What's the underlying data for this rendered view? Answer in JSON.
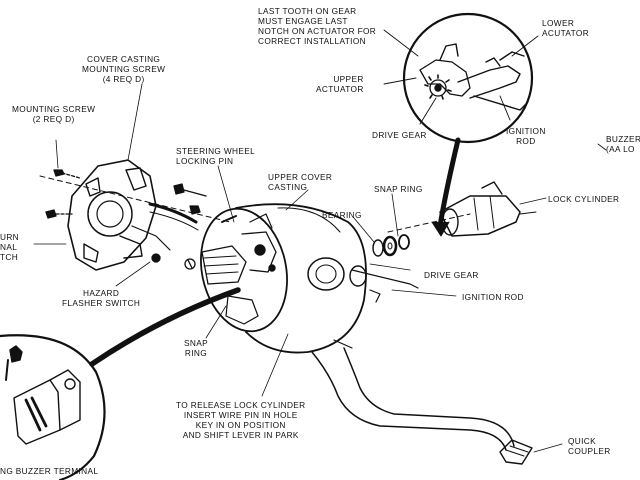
{
  "labels": {
    "last_tooth": "LAST TOOTH ON GEAR\nMUST ENGAGE LAST\nNOTCH ON ACTUATOR FOR\nCORRECT INSTALLATION",
    "lower_actuator": "LOWER\nACUTATOR",
    "upper_actuator": "UPPER\nACTUATOR",
    "drive_gear_inset": "DRIVE GEAR",
    "ignition_rod_inset": "IGNITION\nROD",
    "buzzer": "BUZZER\n(AA LO",
    "cover_casting_screw": "COVER CASTING\nMOUNTING SCREW\n(4 REQ D)",
    "mounting_screw": "MOUNTING SCREW\n(2 REQ D)",
    "steering_wheel_pin": "STEERING WHEEL\nLOCKING PIN",
    "upper_cover_casting": "UPPER COVER\nCASTING",
    "snap_ring_top": "SNAP RING",
    "bearing": "BEARING",
    "lock_cylinder": "LOCK CYLINDER",
    "turn_signal_switch": "URN\nNAL\nTCH",
    "drive_gear": "DRIVE GEAR",
    "ignition_rod": "IGNITION ROD",
    "hazard_flasher": "HAZARD\nFLASHER SWITCH",
    "snap_ring_bottom": "SNAP\nRING",
    "release_instructions": "TO RELEASE LOCK CYLINDER\nINSERT WIRE PIN IN HOLE\nKEY IN ON POSITION\nAND SHIFT LEVER IN PARK",
    "quick_coupler": "QUICK\nCOUPLER",
    "buzzer_terminal": "NG BUZZER TERMINAL"
  }
}
